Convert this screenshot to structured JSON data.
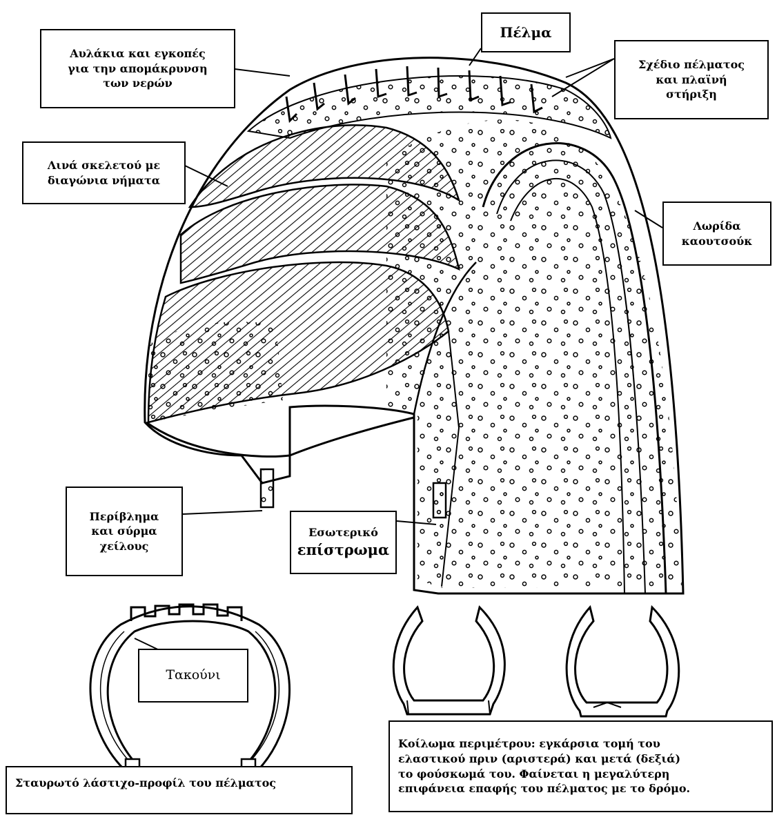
{
  "labels": {
    "tread": "Πέλμα",
    "water_grooves": "Αυλάκια και εγκοπές\nγια την απομάκρυνση\nτων νερών",
    "tread_pattern": "Σχέδιο πέλματος\nκαι πλαϊνή\nστήριξη",
    "carcass_plies": "Λινά σκελετού με\nδιαγώνια νήματα",
    "rubber_strip": "Λωρίδα\nκαουτσούκ",
    "bead": "Περίβλημα\nκαι σύρμα\nχείλους",
    "inner_liner_line1": "Εσωτερικό",
    "inner_liner_line2": "επίστρωμα",
    "block": "Τακούνι",
    "cross_profile_caption": "Σταυρωτό λάστιχο-προφίλ του πέλματος",
    "cavity_caption": "Κοίλωμα περιμέτρου: εγκάρσια τομή του\nελαστικού πριν (αριστερά) και μετά (δεξιά)\nτο φούσκωμά του. Φαίνεται η μεγαλύτερη\nεπιφάνεια επαφής του πέλματος με το δρόμο."
  },
  "colors": {
    "ink": "#000000",
    "paper": "#ffffff"
  }
}
